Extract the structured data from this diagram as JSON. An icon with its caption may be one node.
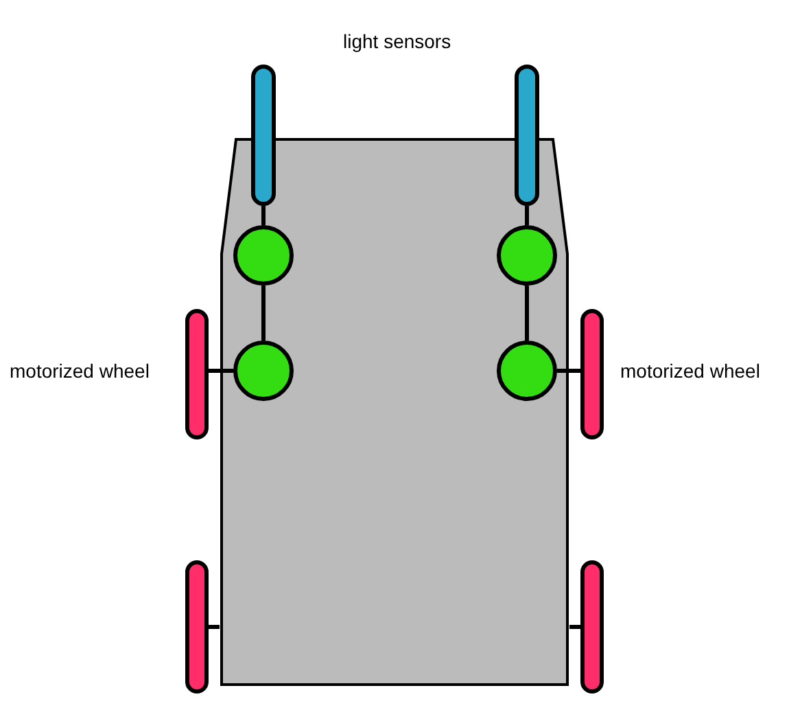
{
  "diagram": {
    "nodes": [
      {
        "text": [],
        "shape": "box"
      },
      {
        "text": [],
        "shape": "bar"
      },
      {
        "text": [],
        "shape": "bar"
      },
      {
        "text": [],
        "shape": "circle",
        "in": 0
      },
      {
        "text": [],
        "shape": "circle",
        "in": 0
      },
      {
        "text": [],
        "shape": "circle",
        "in": 0
      },
      {
        "text": [],
        "shape": "circle",
        "in": 0
      },
      {
        "text": [],
        "shape": "bar"
      },
      {
        "text": [],
        "shape": "bar"
      },
      {
        "text": [],
        "shape": "bar"
      },
      {
        "text": [],
        "shape": "bar"
      }
    ],
    "edges": [
      {
        "from": 1,
        "to": 3,
        "arrow": "none"
      },
      {
        "from": 2,
        "to": 4,
        "arrow": "none"
      },
      {
        "from": 3,
        "to": 5,
        "arrow": "none"
      },
      {
        "from": 4,
        "to": 6,
        "arrow": "none"
      },
      {
        "from": 5,
        "to": 7,
        "arrow": "none"
      },
      {
        "from": 6,
        "to": 8,
        "arrow": "none"
      },
      {
        "from": 9,
        "to": 0,
        "arrow": "none"
      },
      {
        "from": 10,
        "to": 0,
        "arrow": "none"
      }
    ],
    "labels": [
      "light sensors",
      "motorized wheel",
      "motorized wheel"
    ]
  }
}
